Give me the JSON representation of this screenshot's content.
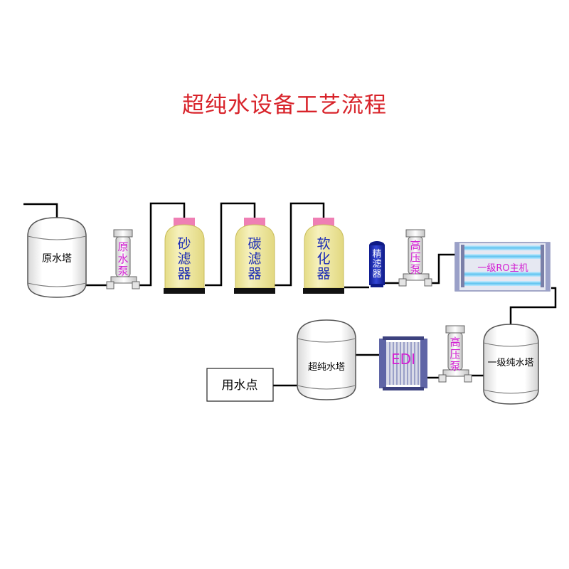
{
  "title": "超纯水设备工艺流程",
  "nodes": {
    "raw_tank": "原水塔",
    "raw_pump": "原水泵",
    "sand_filter": "砂滤器",
    "carbon_filter": "碳滤器",
    "softener": "软化器",
    "precision_filter": "精滤器",
    "hp_pump_1": "高压泵",
    "ro_unit": "一级RO主机",
    "primary_tank": "一级纯水塔",
    "hp_pump_2": "高压泵",
    "edi": "EDI",
    "ultra_tank": "超纯水塔",
    "use_point": "用水点"
  },
  "colors": {
    "title": "#d8232a",
    "pump_text": "#d21fd2",
    "filter_body": "#f0eaa2",
    "filter_cap": "#ef7fb4",
    "precision_filter": "#1a2bb5",
    "edi_frame": "#5f65a6"
  }
}
